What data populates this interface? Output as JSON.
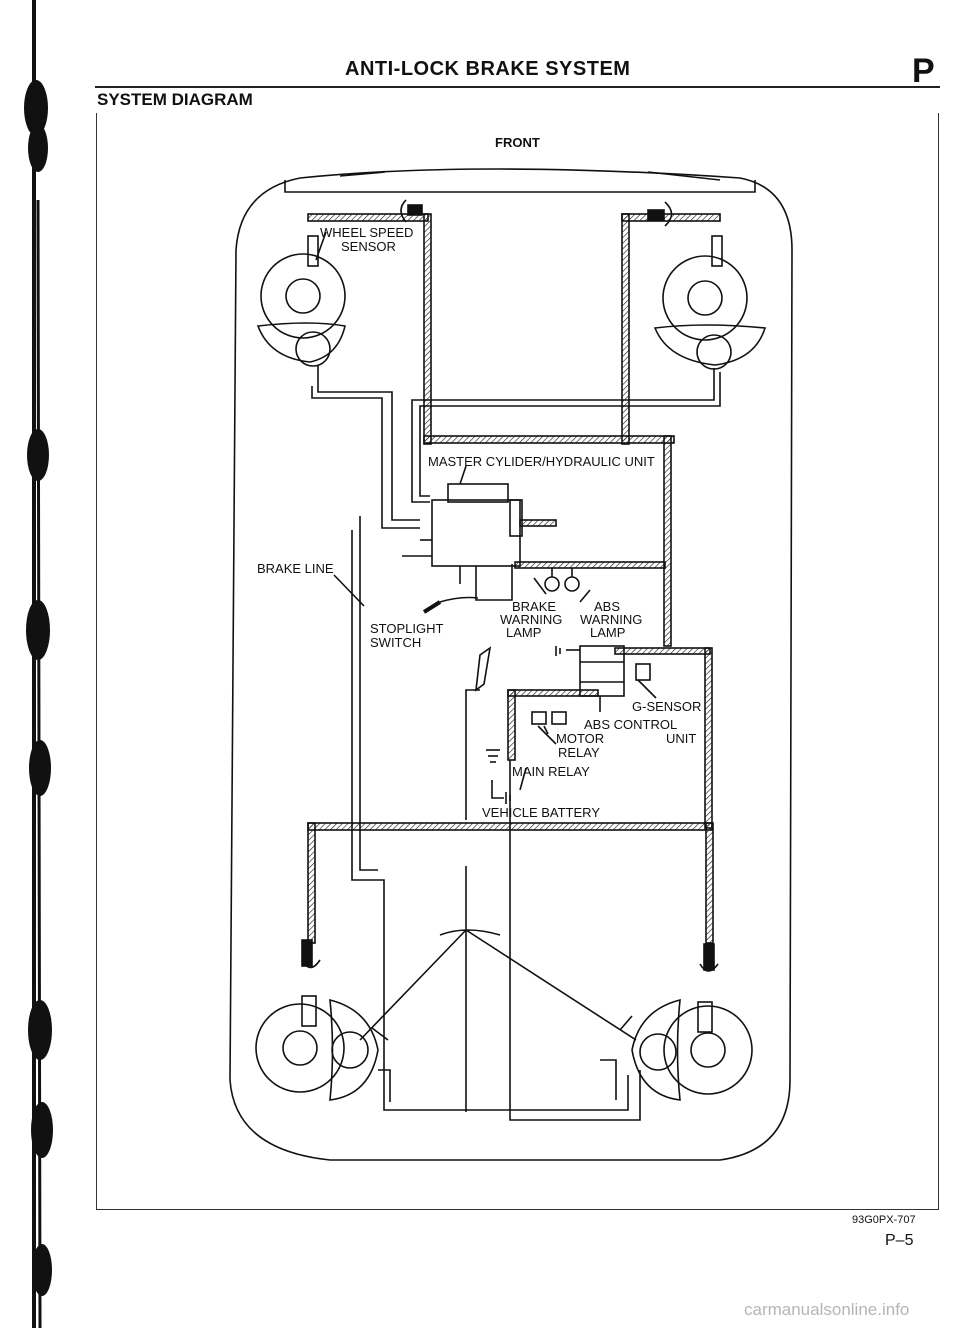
{
  "header": {
    "title": "ANTI-LOCK BRAKE SYSTEM",
    "section_letter": "P",
    "section_title": "SYSTEM DIAGRAM"
  },
  "diagram": {
    "front_label": "FRONT",
    "labels": {
      "wheel_speed_sensor_line1": "WHEEL SPEED",
      "wheel_speed_sensor_line2": "SENSOR",
      "master_cylinder": "MASTER CYLIDER/HYDRAULIC UNIT",
      "brake_line": "BRAKE LINE",
      "brake_warning_line1": "BRAKE",
      "brake_warning_line2": "WARNING",
      "brake_warning_line3": "LAMP",
      "abs_warning_line1": "ABS",
      "abs_warning_line2": "WARNING",
      "abs_warning_line3": "LAMP",
      "stoplight_line1": "STOPLIGHT",
      "stoplight_line2": "SWITCH",
      "g_sensor": "G-SENSOR",
      "abs_control_line1": "ABS CONTROL",
      "abs_control_line2": "UNIT",
      "motor_relay_line1": "MOTOR",
      "motor_relay_line2": "RELAY",
      "main_relay": "MAIN RELAY",
      "vehicle_battery": "VEHICLE BATTERY"
    }
  },
  "footer": {
    "figure_code": "93G0PX-707",
    "page_number": "P–5",
    "watermark": "carmanualsonline.info"
  }
}
